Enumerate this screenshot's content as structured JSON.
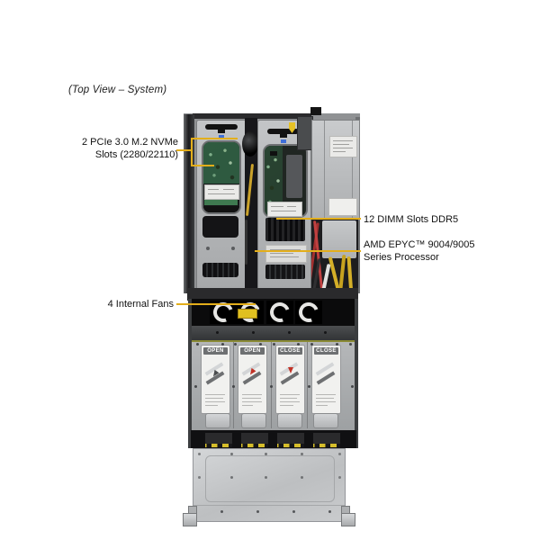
{
  "accent_color": "#E3AE1B",
  "annotation": {
    "view_label": "(Top View – System)"
  },
  "callouts": {
    "m2": {
      "line1": "2 PCIe 3.0 M.2 NVMe",
      "line2": "Slots (2280/22110)"
    },
    "dimm": {
      "line1": "12 DIMM Slots DDR5"
    },
    "cpu": {
      "line1": "AMD EPYC™ 9004/9005",
      "line2": "Series Processor"
    },
    "fans": {
      "line1": "4 Internal Fans"
    }
  },
  "drive_trays": {
    "labels": [
      "OPEN",
      "OPEN",
      "CLOSE",
      "CLOSE"
    ]
  }
}
